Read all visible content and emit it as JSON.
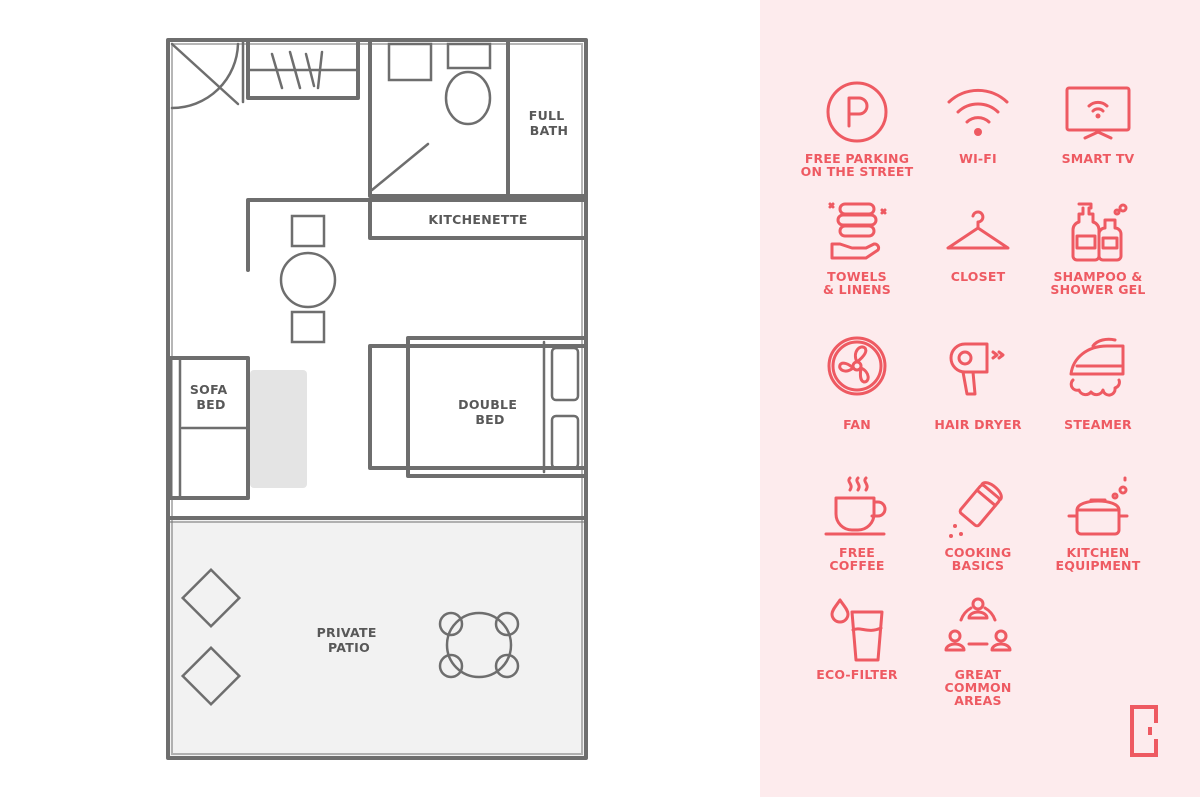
{
  "floorplan": {
    "rooms": {
      "full_bath": [
        "FULL",
        "BATH"
      ],
      "kitchenette": "KITCHENETTE",
      "sofa_bed": [
        "SOFA",
        "BED"
      ],
      "double_bed": [
        "DOUBLE",
        "BED"
      ],
      "private_patio": [
        "PRIVATE",
        "PATIO"
      ]
    }
  },
  "amenities": [
    {
      "icon": "parking-icon",
      "lines": [
        "FREE PARKING",
        "ON THE STREET"
      ]
    },
    {
      "icon": "wifi-icon",
      "lines": [
        "WI-FI"
      ]
    },
    {
      "icon": "smart-tv-icon",
      "lines": [
        "SMART TV"
      ]
    },
    {
      "icon": "towels-icon",
      "lines": [
        "TOWELS",
        "& LINENS"
      ]
    },
    {
      "icon": "hanger-icon",
      "lines": [
        "CLOSET"
      ]
    },
    {
      "icon": "shampoo-icon",
      "lines": [
        "SHAMPOO &",
        "SHOWER GEL"
      ]
    },
    {
      "icon": "fan-icon",
      "lines": [
        "FAN"
      ]
    },
    {
      "icon": "hair-dryer-icon",
      "lines": [
        "HAIR DRYER"
      ]
    },
    {
      "icon": "steamer-icon",
      "lines": [
        "STEAMER"
      ]
    },
    {
      "icon": "coffee-icon",
      "lines": [
        "FREE",
        "COFFEE"
      ]
    },
    {
      "icon": "salt-shaker-icon",
      "lines": [
        "COOKING",
        "BASICS"
      ]
    },
    {
      "icon": "cooking-pot-icon",
      "lines": [
        "KITCHEN",
        "EQUIPMENT"
      ]
    },
    {
      "icon": "water-glass-icon",
      "lines": [
        "ECO-FILTER"
      ]
    },
    {
      "icon": "people-icon",
      "lines": [
        "GREAT",
        "COMMON",
        "AREAS"
      ]
    }
  ],
  "colors": {
    "accent": "#ee5a62",
    "panel_bg": "#fdebed",
    "wall": "#6e6e6e",
    "patio": "#f2f2f2"
  }
}
